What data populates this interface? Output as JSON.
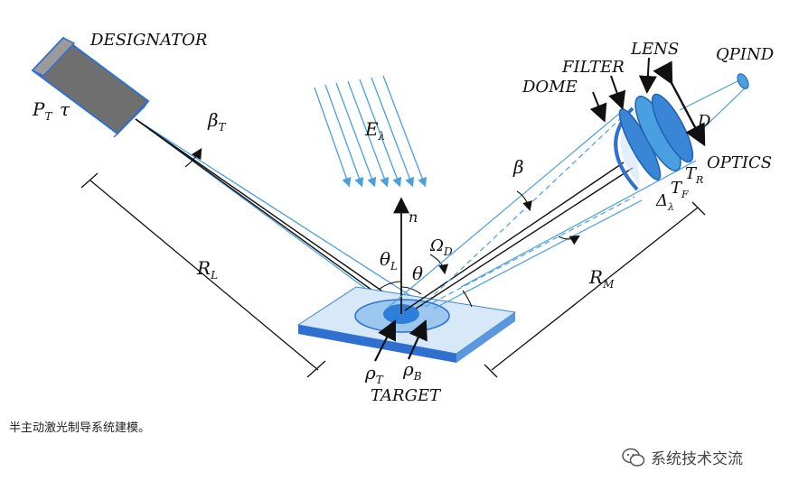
{
  "labels": {
    "designator": "DESIGNATOR",
    "pt": "P",
    "pt_sub": "T",
    "tau": "τ",
    "beta_t": "β",
    "beta_t_sub": "T",
    "e_lambda": "E",
    "e_lambda_sub": "λ",
    "n": "n",
    "omega_d": "Ω",
    "omega_d_sub": "D",
    "theta_l": "θ",
    "theta_l_sub": "L",
    "theta": "θ",
    "rl": "R",
    "rl_sub": "L",
    "rm": "R",
    "rm_sub": "M",
    "rho_t": "ρ",
    "rho_t_sub": "T",
    "rho_b": "ρ",
    "rho_b_sub": "B",
    "target": "TARGET",
    "beta": "β",
    "dome": "DOME",
    "filter": "FILTER",
    "lens": "LENS",
    "qpind": "QPIND",
    "d": "D",
    "optics": "OPTICS",
    "tr": "T",
    "tr_sub": "R",
    "tf": "T",
    "tf_sub": "F",
    "delta_lambda": "Δ",
    "delta_lambda_sub": "λ"
  },
  "caption": "半主动激光制导系统建模。",
  "watermark": "系统技术交流",
  "colors": {
    "beam": "#4a9fe0",
    "optic": "#3a86d6",
    "target_plate": "#d7e9f8",
    "line": "#111111"
  }
}
